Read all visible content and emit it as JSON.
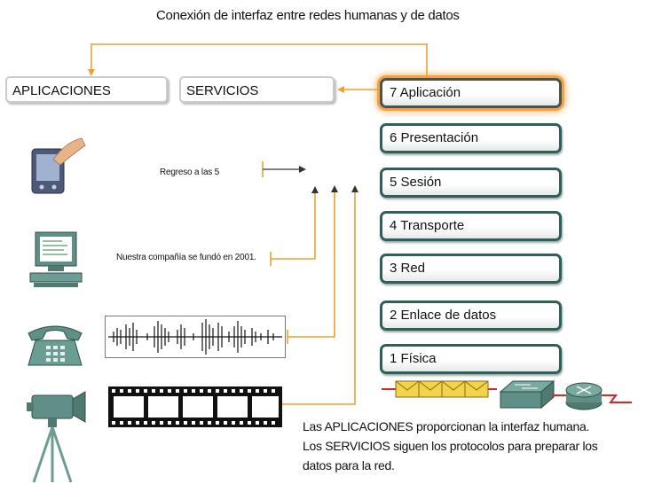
{
  "title": "Conexión de interfaz entre redes humanas y de datos",
  "top_boxes": {
    "applications": "APLICACIONES",
    "services": "SERVICIOS"
  },
  "layers": [
    "7 Aplicación",
    "6 Presentación",
    "5 Sesión",
    "4 Transporte",
    "3 Red",
    "2 Enlace de datos",
    "1 Física"
  ],
  "messages": {
    "text_message": "Regreso a las 5",
    "email_message": "Nuestra compañía se fundó en 2001."
  },
  "description": [
    "Las APLICACIONES proporcionan la interfaz humana.",
    "Los SERVICIOS siguen los protocolos para preparar los",
    "datos para la red."
  ],
  "icons": {
    "pda": "pda-icon",
    "computer": "computer-icon",
    "phone": "telephone-icon",
    "camera": "video-camera-icon",
    "audio": "audio-waveform",
    "video": "film-strip",
    "envelopes": "envelope-icon",
    "switch": "switch-icon",
    "router": "router-icon"
  },
  "colors": {
    "arrow": "#f0a030",
    "layer_border": "#2f5f58",
    "highlight": "#f7a040",
    "link": "#e02020"
  }
}
